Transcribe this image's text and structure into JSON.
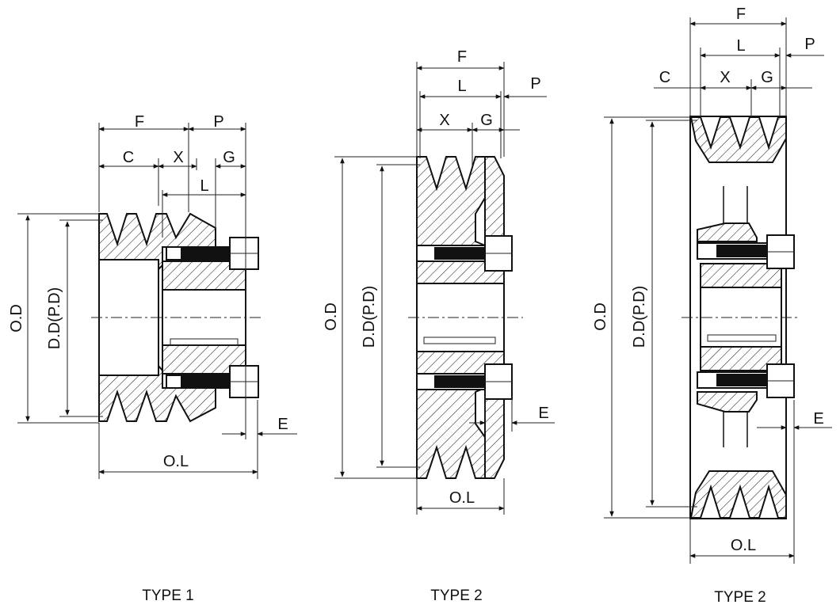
{
  "diagrams": [
    {
      "caption": "TYPE 1",
      "labels": {
        "F": "F",
        "P": "P",
        "C": "C",
        "X": "X",
        "G": "G",
        "L": "L",
        "OD": "O.D",
        "DD": "D.D(P.D)",
        "E": "E",
        "OL": "O.L"
      }
    },
    {
      "caption": "TYPE 2",
      "labels": {
        "F": "F",
        "L": "L",
        "P": "P",
        "X": "X",
        "G": "G",
        "OD": "O.D",
        "DD": "D.D(P.D)",
        "E": "E",
        "OL": "O.L"
      }
    },
    {
      "caption": "TYPE 2",
      "labels": {
        "F": "F",
        "L": "L",
        "P": "P",
        "C": "C",
        "X": "X",
        "G": "G",
        "OD": "O.D",
        "DD": "D.D(P.D)",
        "E": "E",
        "OL": "O.L"
      }
    }
  ]
}
